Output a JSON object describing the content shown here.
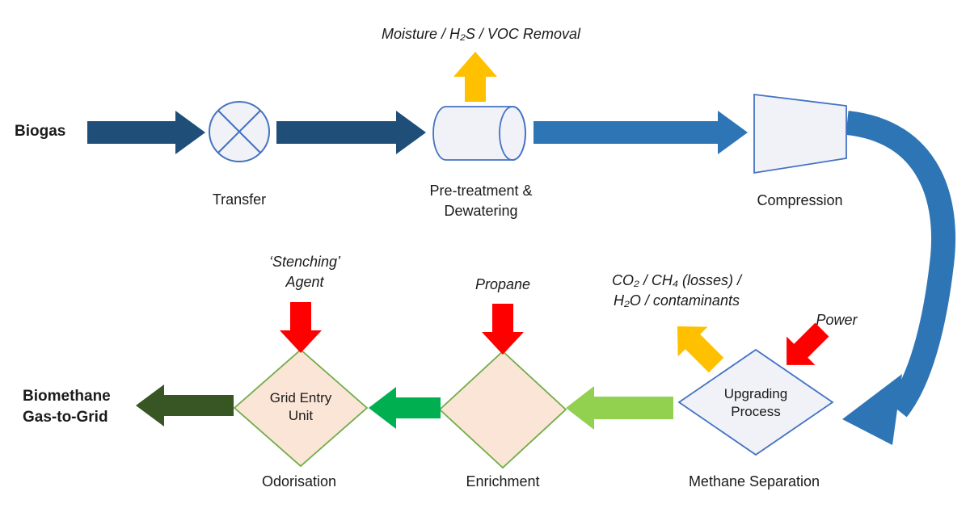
{
  "diagram": {
    "input_label": "Biogas",
    "output_label": {
      "line1": "Biomethane",
      "line2": "Gas-to-Grid"
    },
    "stages": {
      "transfer": "Transfer",
      "pretreatment": {
        "line1": "Pre-treatment &",
        "line2": "Dewatering"
      },
      "compression": "Compression",
      "methane_separation": "Methane Separation",
      "enrichment": "Enrichment",
      "odorisation": "Odorisation"
    },
    "nodes": {
      "upgrading": {
        "line1": "Upgrading",
        "line2": "Process"
      },
      "grid_entry": {
        "line1": "Grid Entry",
        "line2": "Unit"
      }
    },
    "annotations": {
      "moisture_removal": "Moisture / H₂S / VOC Removal",
      "stenching": {
        "line1": "‘Stenching’",
        "line2": "Agent"
      },
      "propane": "Propane",
      "co2_losses": {
        "line1": "CO₂ / CH₄ (losses) /",
        "line2": "H₂O / contaminants"
      },
      "power": "Power"
    },
    "colors": {
      "dark_blue": "#1F4E79",
      "medium_blue": "#2E75B6",
      "outline_blue": "#4472C4",
      "shape_fill": "#F0F2F7",
      "yellow": "#FFC000",
      "red": "#FF0000",
      "light_green": "#92D050",
      "green": "#00B050",
      "dark_green": "#375623",
      "peach_fill": "#FBE5D6",
      "outline_green": "#70AD47"
    }
  }
}
